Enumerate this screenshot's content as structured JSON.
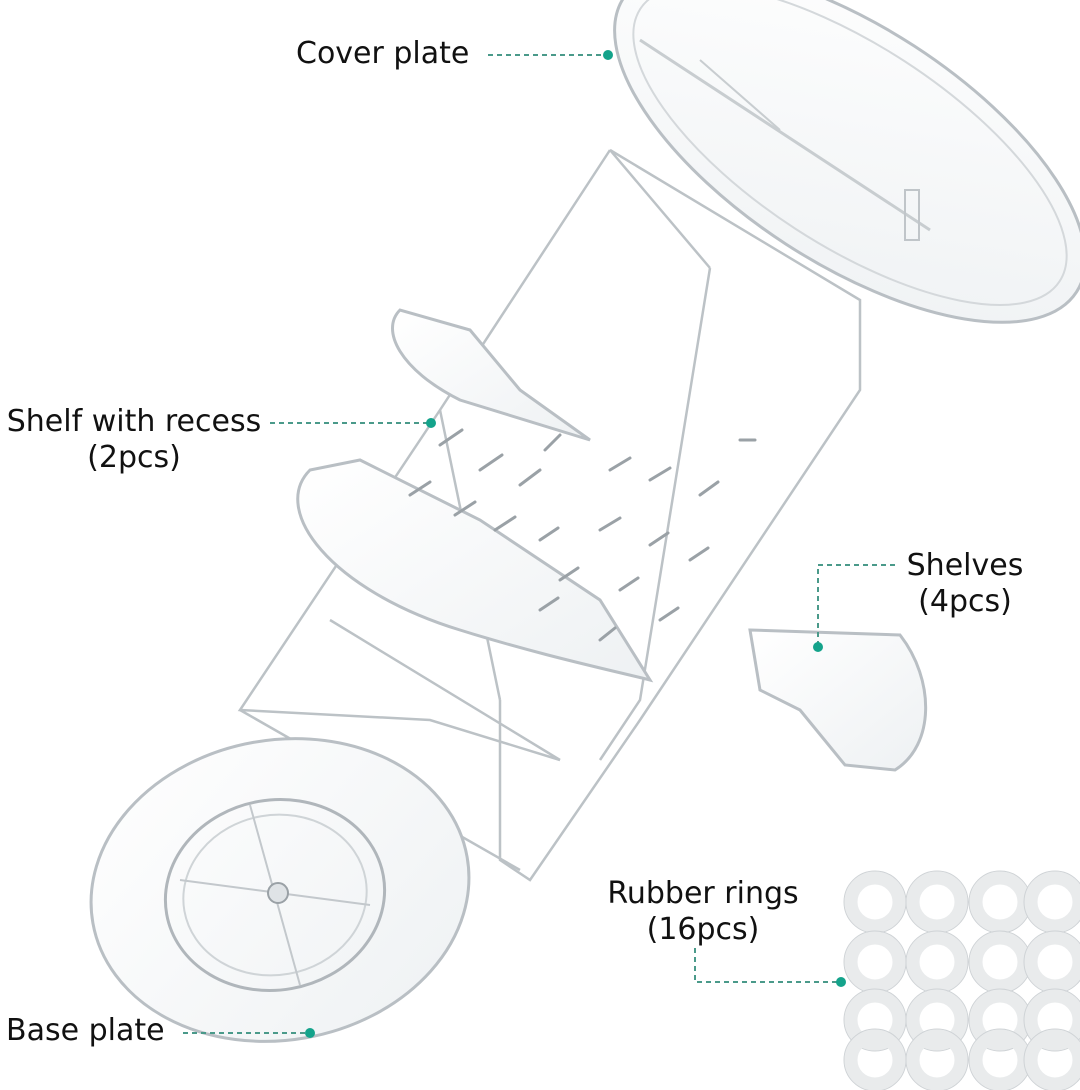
{
  "labels": {
    "cover_plate": "Cover plate",
    "shelf_with_recess": {
      "line1": "Shelf with recess",
      "line2": "(2pcs)"
    },
    "shelves": {
      "line1": "Shelves",
      "line2": "(4pcs)"
    },
    "rubber_rings": {
      "line1": "Rubber rings",
      "line2": "(16pcs)"
    },
    "base_plate": "Base plate"
  },
  "colors": {
    "leader": "#4a9a8a",
    "dot": "#14a38b",
    "acrylic_edge": "#b9bfc4",
    "acrylic_fill": "#f3f6f8",
    "ring_fill": "#e9ebec",
    "ring_edge": "#cfd3d6"
  }
}
